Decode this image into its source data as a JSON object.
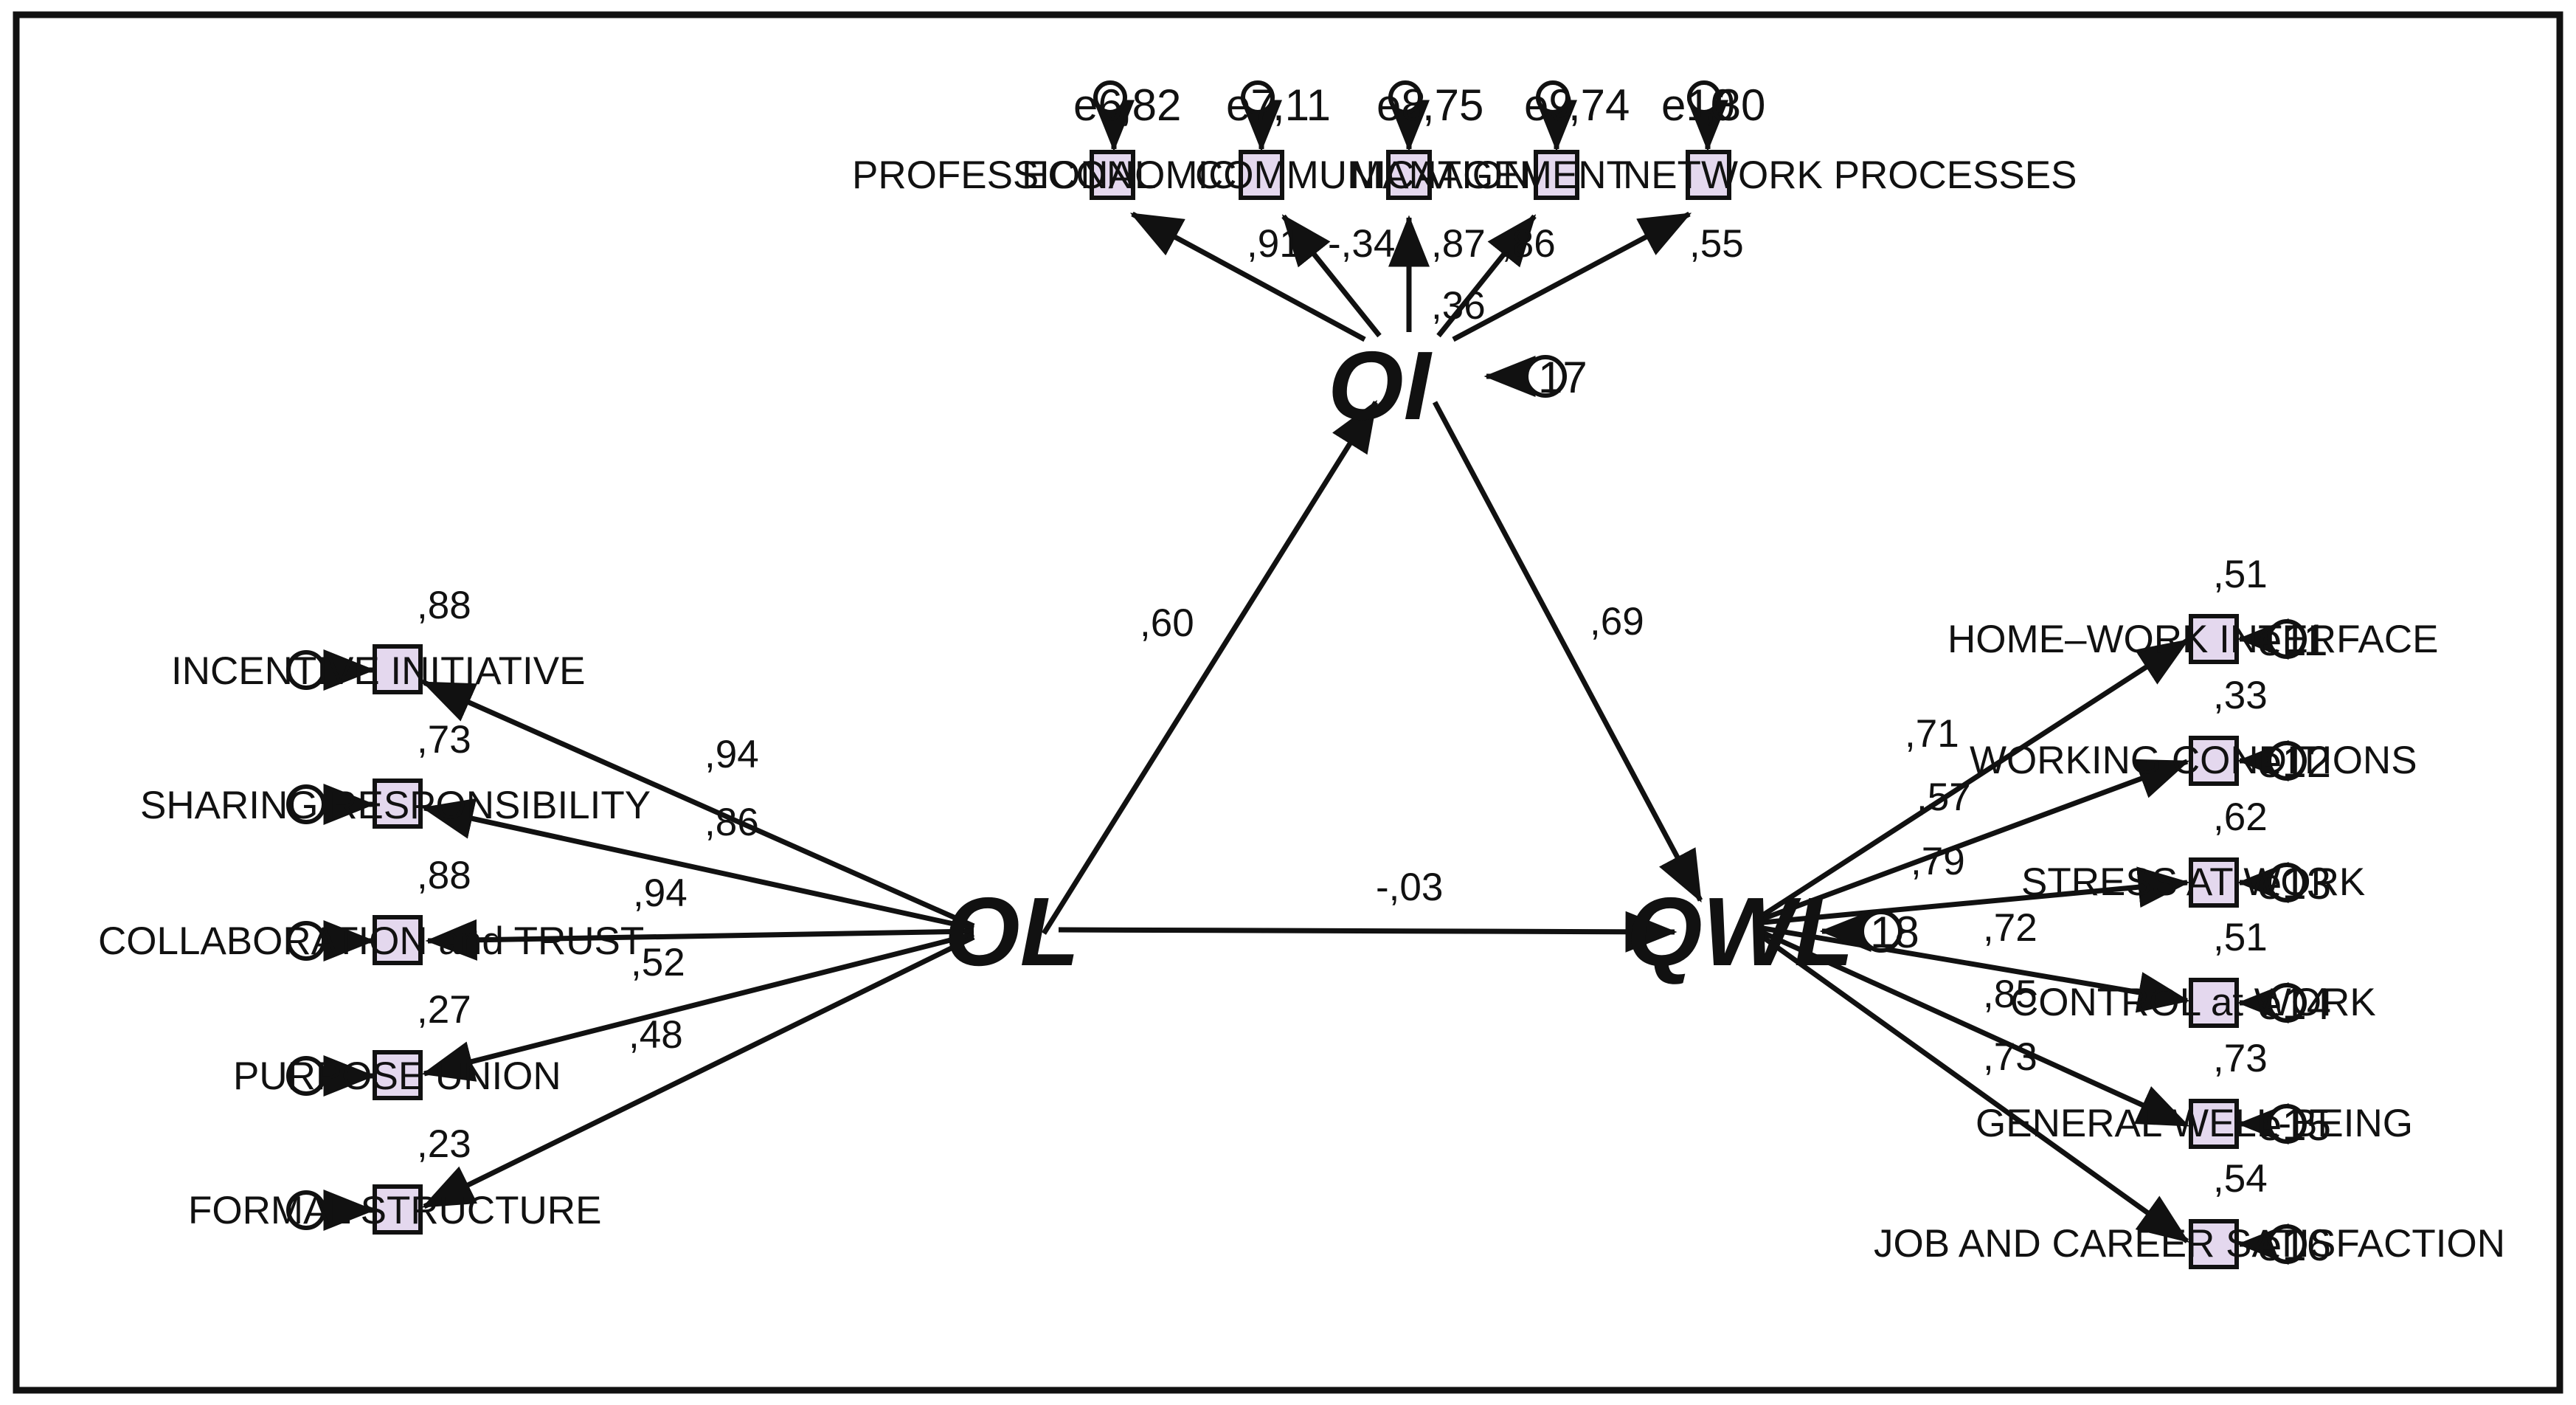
{
  "latents": [
    {
      "id": "OL",
      "label": "OL"
    },
    {
      "id": "OI",
      "label": "OI"
    },
    {
      "id": "QWL",
      "label": "QWL"
    }
  ],
  "structural_paths": [
    {
      "from": "OL",
      "to": "OI",
      "coef": ",60"
    },
    {
      "from": "OI",
      "to": "QWL",
      "coef": ",69"
    },
    {
      "from": "OL",
      "to": "QWL",
      "coef": "-,03"
    }
  ],
  "latent_residuals": [
    {
      "latent": "OI",
      "label": "17"
    },
    {
      "latent": "QWL",
      "label": "18"
    }
  ],
  "indicators": {
    "OL": [
      {
        "label": "INCENTIVE INITIATIVE",
        "loading": ",94",
        "r2": ",88"
      },
      {
        "label": "SHARING RESPONSIBILITY",
        "loading": ",86",
        "r2": ",73"
      },
      {
        "label": "COLLABORATION and TRUST",
        "loading": ",94",
        "r2": ",88"
      },
      {
        "label": "PURPOSE UNION",
        "loading": ",52",
        "r2": ",27"
      },
      {
        "label": "FORMAL STRUCTURE",
        "loading": ",48",
        "r2": ",23"
      }
    ],
    "OI": [
      {
        "label": "PROFESSIONAL",
        "loading": ",91",
        "r2": ",82",
        "error": "e6"
      },
      {
        "label": "ECONOMIC",
        "loading": "-,34",
        "r2": ",11",
        "error": "e7"
      },
      {
        "label": "COMMUNICATION",
        "loading": ",87",
        "r2": ",75",
        "error": "e8"
      },
      {
        "label": "MANAGEMENT",
        "loading": ",86",
        "r2": ",74",
        "error": "e9"
      },
      {
        "label": "NETWORK PROCESSES",
        "loading": ",55",
        "r2": ",30",
        "error": "e10"
      }
    ],
    "QWL": [
      {
        "label": "HOME–WORK INTERFACE",
        "loading": ",71",
        "r2": ",51",
        "error": "e11"
      },
      {
        "label": "WORKING CONDITIONS",
        "loading": ",57",
        "r2": ",33",
        "error": "e12"
      },
      {
        "label": "STRESS AT WORK",
        "loading": ",79",
        "r2": ",62",
        "error": "e13"
      },
      {
        "label": "CONTROL at WORK",
        "loading": ",72",
        "r2": ",51",
        "error": "e14"
      },
      {
        "label": "GENERAL WELL-BEING",
        "loading": ",85",
        "r2": ",73",
        "error": "e15"
      },
      {
        "label": "JOB AND CAREER SATISFACTION",
        "loading": ",73",
        "r2": ",54",
        "error": "e16"
      }
    ]
  },
  "oi_extra_coef": ",36"
}
